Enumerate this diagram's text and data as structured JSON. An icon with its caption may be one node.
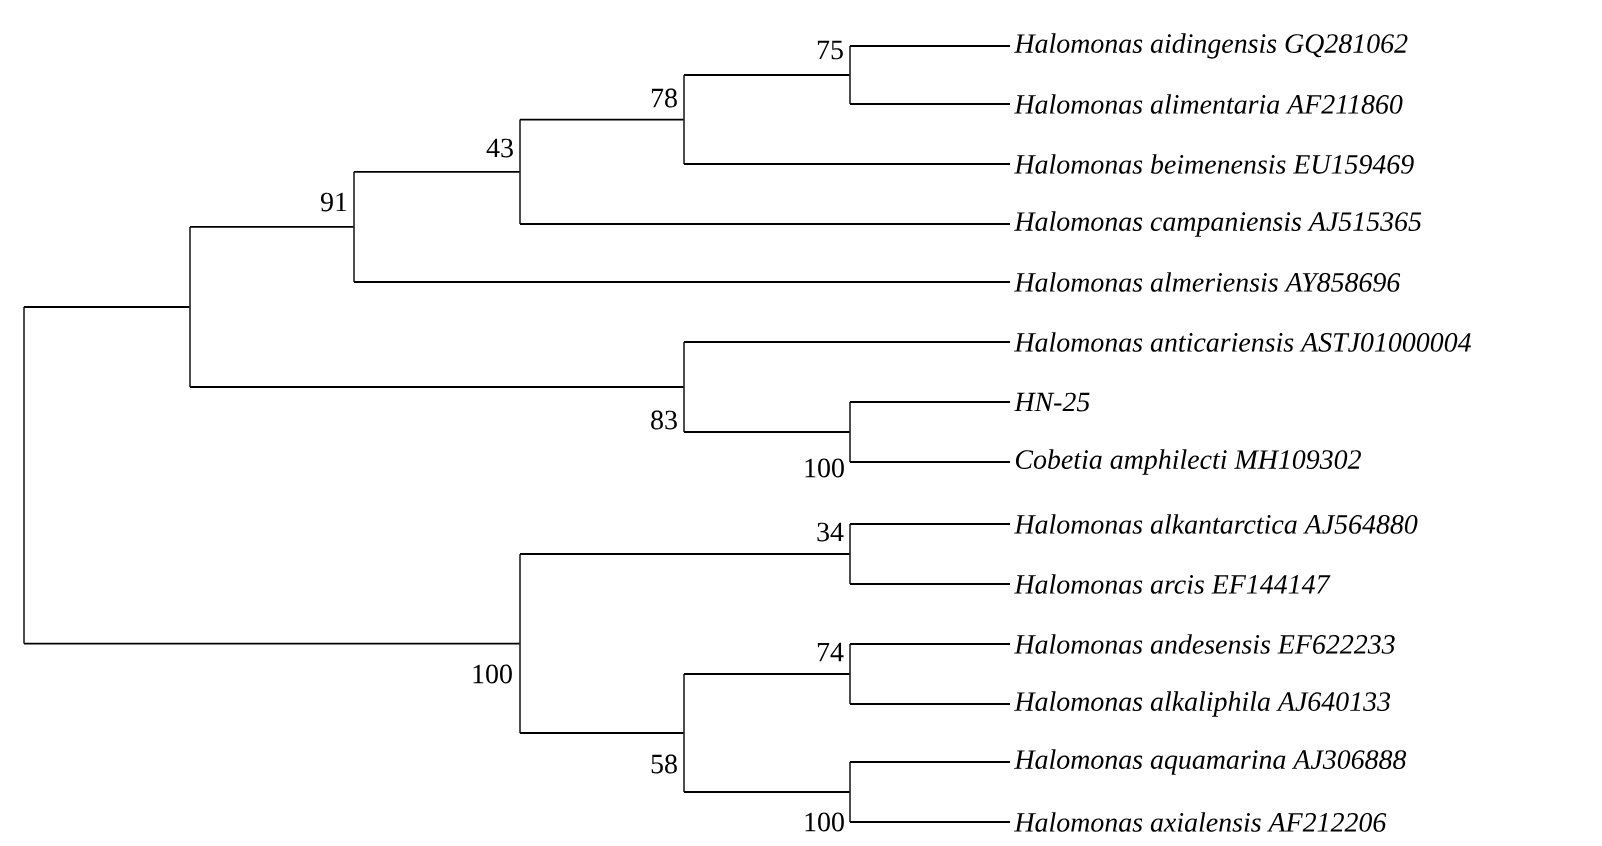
{
  "diagram": {
    "nodes": [
      {
        "text": [
          "Halomonas aidingensis GQ281062"
        ]
      },
      {
        "text": [
          "Halomonas alimentaria AF211860"
        ]
      },
      {
        "text": [
          "Halomonas beimenensis EU159469"
        ]
      },
      {
        "text": [
          "Halomonas campaniensis AJ515365"
        ]
      },
      {
        "text": [
          "Halomonas almeriensis AY858696"
        ]
      },
      {
        "text": [
          "Halomonas anticariensis ASTJ01000004"
        ]
      },
      {
        "text": [
          "HN-25"
        ]
      },
      {
        "text": [
          "Cobetia amphilecti MH109302"
        ]
      },
      {
        "text": [
          "Halomonas alkantarctica AJ564880"
        ]
      },
      {
        "text": [
          "Halomonas arcis EF144147"
        ]
      },
      {
        "text": [
          "Halomonas andesensis EF622233"
        ]
      },
      {
        "text": [
          "Halomonas alkaliphila AJ640133"
        ]
      },
      {
        "text": [
          "Halomonas aquamarina AJ306888"
        ]
      },
      {
        "text": [
          "Halomonas axialensis AF212206"
        ]
      },
      {
        "text": [],
        "shape": "bar"
      },
      {
        "text": [],
        "shape": "bar"
      },
      {
        "text": [],
        "shape": "bar",
        "beside": [
          "91"
        ]
      },
      {
        "text": [],
        "shape": "bar",
        "beside": [
          "43"
        ]
      },
      {
        "text": [],
        "shape": "bar",
        "beside": [
          "100"
        ]
      },
      {
        "text": [],
        "shape": "bar",
        "beside": [
          "78"
        ]
      },
      {
        "text": [],
        "shape": "bar",
        "beside": [
          "83"
        ]
      },
      {
        "text": [],
        "shape": "bar",
        "beside": [
          "58"
        ]
      },
      {
        "text": [],
        "shape": "bar",
        "beside": [
          "75"
        ]
      },
      {
        "text": [],
        "shape": "bar",
        "beside": [
          "100"
        ]
      },
      {
        "text": [],
        "shape": "bar",
        "beside": [
          "34"
        ]
      },
      {
        "text": [],
        "shape": "bar",
        "beside": [
          "74"
        ]
      },
      {
        "text": [],
        "shape": "bar",
        "beside": [
          "100"
        ]
      }
    ],
    "edges": [
      {
        "from": 22,
        "to": 0,
        "arrow": "none"
      },
      {
        "from": 22,
        "to": 1,
        "arrow": "none"
      },
      {
        "from": 19,
        "to": 22,
        "arrow": "none"
      },
      {
        "from": 19,
        "to": 2,
        "arrow": "none"
      },
      {
        "from": 17,
        "to": 19,
        "arrow": "none"
      },
      {
        "from": 17,
        "to": 3,
        "arrow": "none"
      },
      {
        "from": 16,
        "to": 17,
        "arrow": "none"
      },
      {
        "from": 16,
        "to": 4,
        "arrow": "none"
      },
      {
        "from": 23,
        "to": 6,
        "arrow": "none"
      },
      {
        "from": 23,
        "to": 7,
        "arrow": "none"
      },
      {
        "from": 20,
        "to": 5,
        "arrow": "none"
      },
      {
        "from": 20,
        "to": 23,
        "arrow": "none"
      },
      {
        "from": 15,
        "to": 16,
        "arrow": "none"
      },
      {
        "from": 15,
        "to": 20,
        "arrow": "none"
      },
      {
        "from": 24,
        "to": 8,
        "arrow": "none"
      },
      {
        "from": 24,
        "to": 9,
        "arrow": "none"
      },
      {
        "from": 25,
        "to": 10,
        "arrow": "none"
      },
      {
        "from": 25,
        "to": 11,
        "arrow": "none"
      },
      {
        "from": 26,
        "to": 12,
        "arrow": "none"
      },
      {
        "from": 26,
        "to": 13,
        "arrow": "none"
      },
      {
        "from": 21,
        "to": 25,
        "arrow": "none"
      },
      {
        "from": 21,
        "to": 26,
        "arrow": "none"
      },
      {
        "from": 18,
        "to": 24,
        "arrow": "none"
      },
      {
        "from": 18,
        "to": 21,
        "arrow": "none"
      },
      {
        "from": 14,
        "to": 15,
        "arrow": "none"
      },
      {
        "from": 14,
        "to": 18,
        "arrow": "none"
      }
    ]
  }
}
